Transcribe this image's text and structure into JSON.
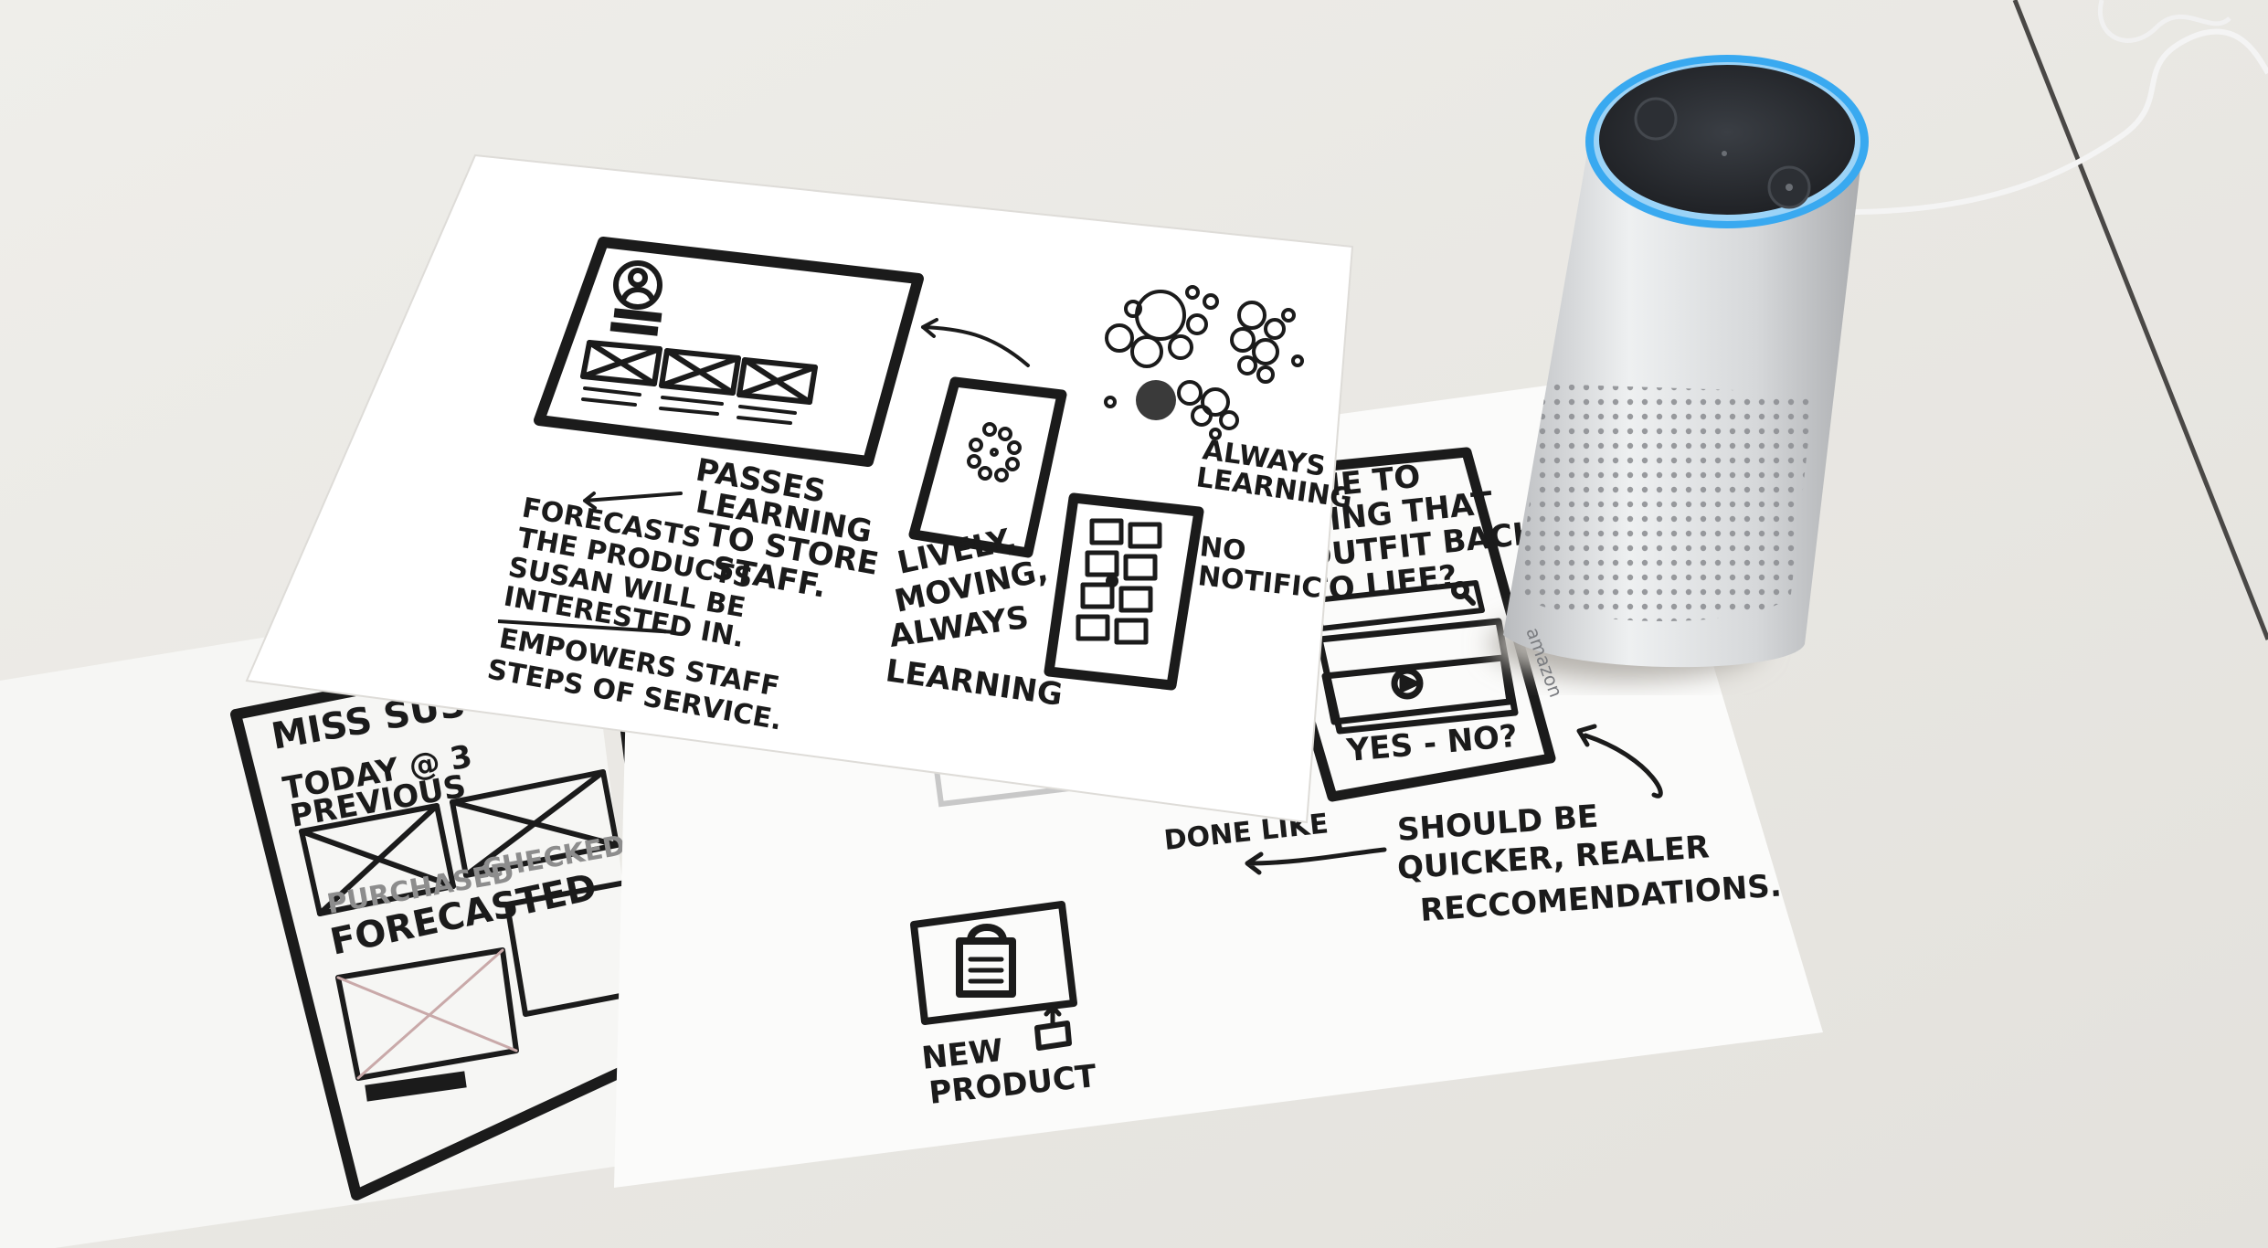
{
  "photo": {
    "subject": "paper UI sketches with a smart speaker on a desk",
    "colors": {
      "desk": "#e9e7e2",
      "paper": "#fbfbfa",
      "ink": "#1b1b1b",
      "speaker_body": "#d9dadb",
      "speaker_top": "#2b2e33",
      "light_ring": "#39a9f0"
    }
  },
  "sheet_top": {
    "note_passes_1": "Passes",
    "note_passes_2": "learning",
    "note_passes_3": "to store",
    "note_passes_4": "staff.",
    "note_forecasts_1": "Forecasts",
    "note_forecasts_2": "the products",
    "note_forecasts_3": "Susan will be",
    "note_forecasts_4": "interested in.",
    "note_empowers_1": "Empowers staff",
    "note_empowers_2": "steps of service.",
    "note_lively_1": "Lively,",
    "note_lively_2": "moving,",
    "note_lively_3": "always",
    "note_lively_4": "learning",
    "note_always_1": "Always",
    "note_always_2": "learning",
    "note_no_1": "No",
    "note_no_2": "Notific"
  },
  "sheet_right": {
    "question_1": "me to",
    "question_2": "ring that",
    "question_3": "outfit back",
    "question_4": "to life?",
    "yes_no": "Yes - No?",
    "note_should_1": "Should be",
    "note_should_2": "quicker, Realer",
    "note_should_3": "Reccomendations.",
    "note_done_like": "Done like",
    "new_product_1": "New",
    "new_product_2": "Product"
  },
  "sheet_left": {
    "header": "Miss Sus",
    "date": "Today @ 3",
    "previous": "Previous",
    "forecasted": "Forecasted",
    "purchased": "Purchased",
    "checked": "Checked"
  },
  "speaker": {
    "brand": "amazon"
  }
}
